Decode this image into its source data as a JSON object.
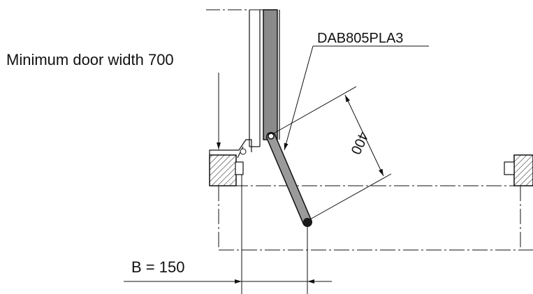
{
  "labels": {
    "door_width_note": "Minimum door width 700",
    "product_code": "DAB805PLA3",
    "arm_length": "400",
    "distance_b": "B = 150"
  },
  "colors": {
    "line": "#111111",
    "door_leaf_fill": "#8a8a8a",
    "arm_fill": "#9a9a9a",
    "arm_end": "#1a1a1a",
    "background": "#ffffff"
  }
}
